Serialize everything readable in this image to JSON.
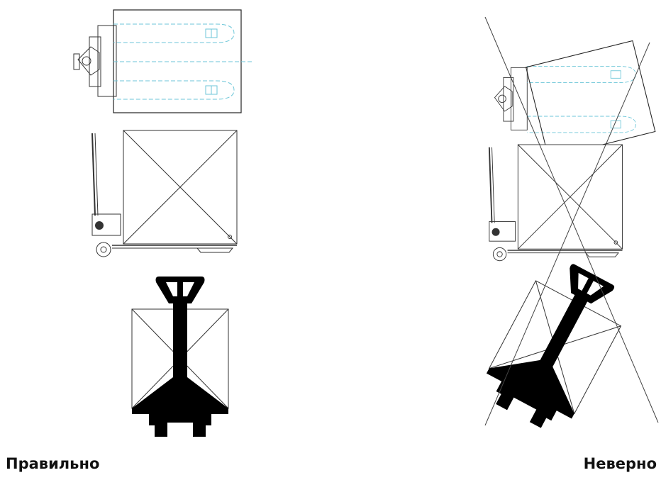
{
  "captions": {
    "correct": "Правильно",
    "wrong": "Неверно"
  },
  "colors": {
    "guide_lines": "#6cc6d8",
    "ink": "#000000"
  },
  "icons": [
    "pallet-truck-top-view",
    "pallet-truck-side-view",
    "pallet-truck-silhouette",
    "cross-out-mark"
  ]
}
